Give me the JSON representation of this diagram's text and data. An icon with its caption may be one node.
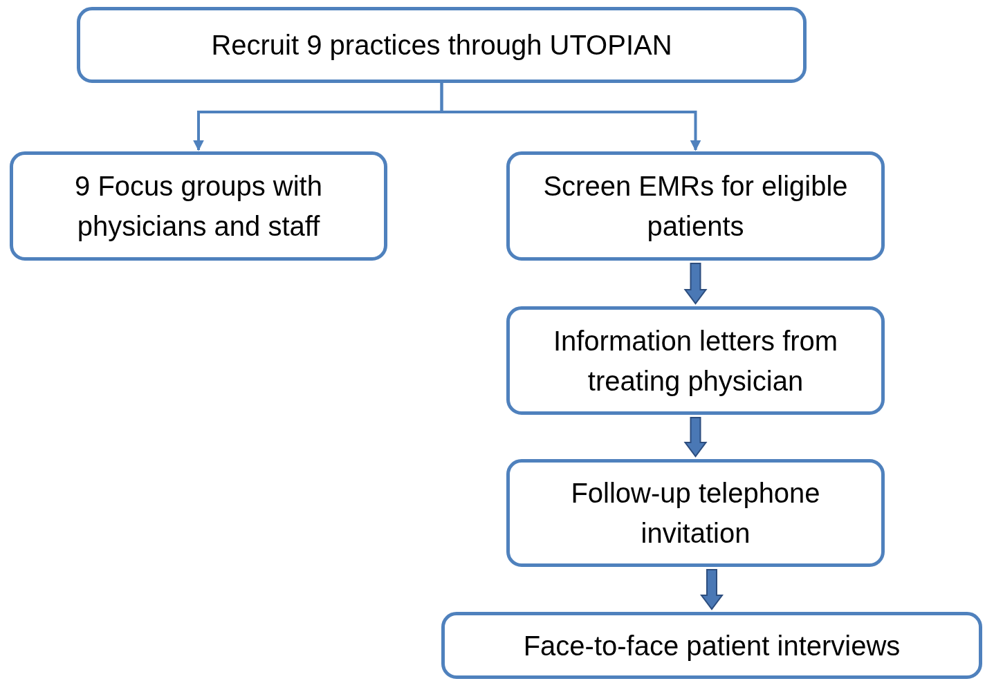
{
  "diagram": {
    "nodes": [
      {
        "text": [
          "Recruit 9 practices through UTOPIAN"
        ]
      },
      {
        "text": [
          "9 Focus groups with physicians and staff"
        ]
      },
      {
        "text": [
          "Screen EMRs for eligible patients"
        ]
      },
      {
        "text": [
          "Information letters from treating physician"
        ]
      },
      {
        "text": [
          "Follow-up telephone invitation"
        ]
      },
      {
        "text": [
          "Face-to-face patient interviews"
        ]
      }
    ],
    "edges": [
      {
        "from": 0,
        "to": 1,
        "arrow": "to"
      },
      {
        "from": 0,
        "to": 2,
        "arrow": "to"
      },
      {
        "from": 2,
        "to": 3,
        "arrow": "to",
        "style": "thick"
      },
      {
        "from": 3,
        "to": 4,
        "arrow": "to",
        "style": "thick"
      },
      {
        "from": 4,
        "to": 5,
        "arrow": "to",
        "style": "thick"
      }
    ]
  }
}
